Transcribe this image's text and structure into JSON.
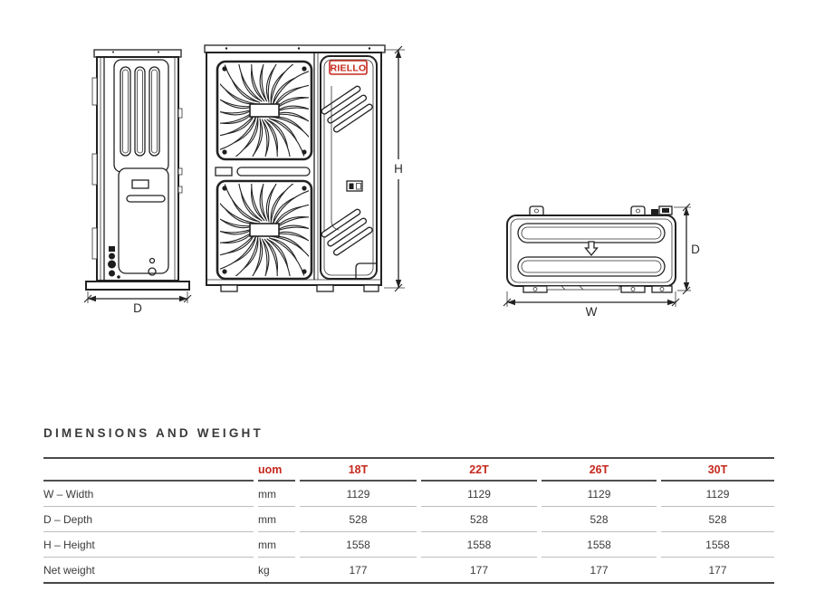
{
  "page": {
    "background": "#ffffff"
  },
  "colors": {
    "accent_red": "#c5281d",
    "drawing_line": "#222222",
    "text_dark": "#3a3a3a",
    "row_divider": "#bdbdbd"
  },
  "drawings": {
    "brand": "RIELLO",
    "labels": {
      "side_depth": "D",
      "front_height": "H",
      "top_width": "W",
      "top_depth": "D"
    }
  },
  "section": {
    "title": "DIMENSIONS AND WEIGHT"
  },
  "table": {
    "columns": [
      "",
      "uom",
      "18T",
      "22T",
      "26T",
      "30T"
    ],
    "rows": [
      {
        "label": "W – Width",
        "uom": "mm",
        "values": [
          "1129",
          "1129",
          "1129",
          "1129"
        ]
      },
      {
        "label": "D – Depth",
        "uom": "mm",
        "values": [
          "528",
          "528",
          "528",
          "528"
        ]
      },
      {
        "label": "H – Height",
        "uom": "mm",
        "values": [
          "1558",
          "1558",
          "1558",
          "1558"
        ]
      },
      {
        "label": "Net weight",
        "uom": "kg",
        "values": [
          "177",
          "177",
          "177",
          "177"
        ]
      }
    ]
  }
}
